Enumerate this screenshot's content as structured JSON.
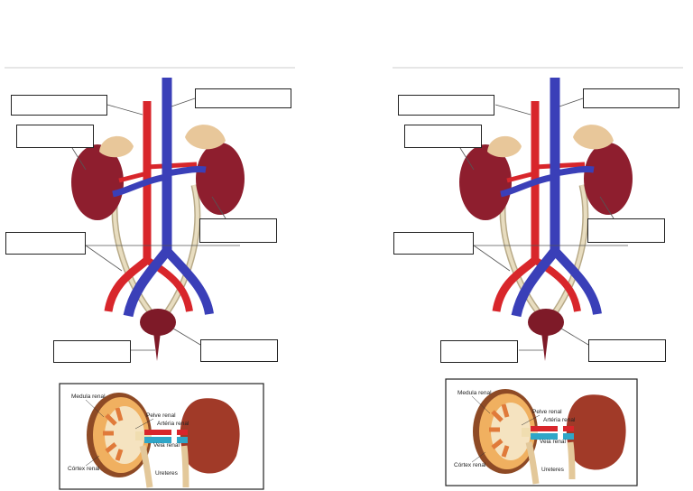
{
  "diagram": {
    "inset_labels": {
      "medulla": "Medula renal",
      "pelvis": "Pelve renal",
      "artery": "Artéria renal",
      "vein": "Veia renal",
      "cortex": "Córtex renal",
      "ureters": "Ureteres"
    },
    "colors": {
      "artery": "#d8262b",
      "vein": "#3a3fb8",
      "kidney": "#8e1e2e",
      "adrenal": "#e8c79a",
      "ureter": "#e3d6b4",
      "bladder": "#7e1a28"
    }
  }
}
